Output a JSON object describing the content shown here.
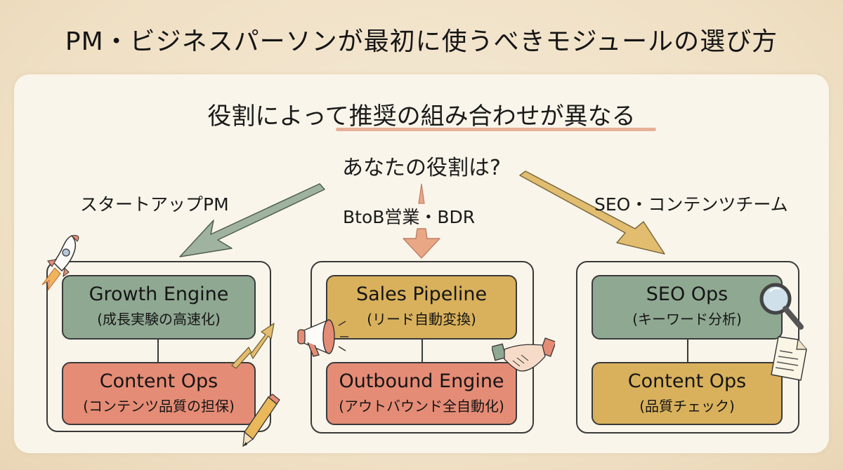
{
  "title": "PM・ビジネスパーソンが最初に使うべきモジュールの選び方",
  "subtitle": "役割によって推奨の組み合わせが異なる",
  "question": "あなたの役割は?",
  "colors": {
    "green": "#8fa892",
    "red": "#e58c76",
    "gold": "#d9b15c",
    "arrow_green": "#9fb3a0",
    "arrow_peach": "#e9a786",
    "arrow_gold": "#e2bd6f"
  },
  "roles": [
    {
      "label": "スタートアップPM",
      "modules": [
        {
          "name": "Growth Engine",
          "desc": "(成長実験の高速化)",
          "color": "green"
        },
        {
          "name": "Content Ops",
          "desc": "(コンテンツ品質の担保)",
          "color": "red"
        }
      ],
      "decorations": [
        "rocket-icon",
        "trend-arrow-icon",
        "pencil-icon"
      ]
    },
    {
      "label": "BtoB営業・BDR",
      "modules": [
        {
          "name": "Sales Pipeline",
          "desc": "(リード自動変換)",
          "color": "gold"
        },
        {
          "name": "Outbound Engine",
          "desc": "(アウトバウンド全自動化)",
          "color": "red"
        }
      ],
      "decorations": [
        "megaphone-icon",
        "handshake-icon"
      ]
    },
    {
      "label": "SEO・コンテンツチーム",
      "modules": [
        {
          "name": "SEO Ops",
          "desc": "(キーワード分析)",
          "color": "green"
        },
        {
          "name": "Content Ops",
          "desc": "(品質チェック)",
          "color": "gold"
        }
      ],
      "decorations": [
        "magnifier-icon",
        "document-icon"
      ]
    }
  ]
}
